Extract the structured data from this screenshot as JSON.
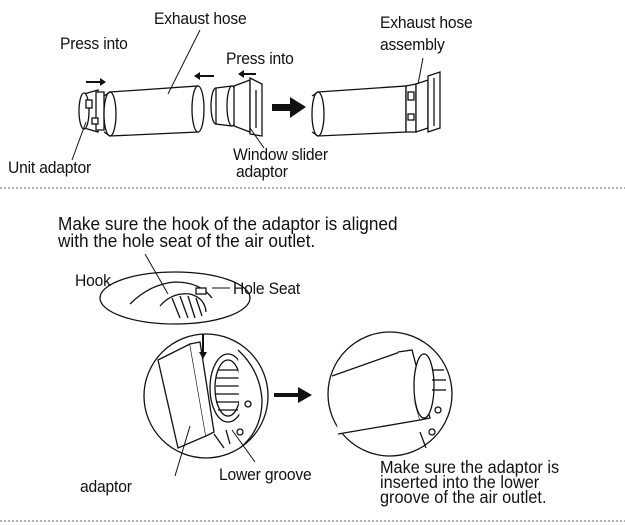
{
  "top_section": {
    "exhaust_hose": "Exhaust hose",
    "press_into_left": "Press into",
    "press_into_right": "Press into",
    "exhaust_hose_assembly_line1": "Exhaust hose",
    "exhaust_hose_assembly_line2": "assembly",
    "unit_adaptor": "Unit adaptor",
    "window_slider_adaptor_line1": "Window slider",
    "window_slider_adaptor_line2": "adaptor"
  },
  "bottom_section": {
    "instruction_top": "Make sure the hook of the adaptor is aligned\nwith the hole seat of the air outlet.",
    "hook": "Hook",
    "hole_seat": "Hole Seat",
    "adaptor": "adaptor",
    "lower_groove": "Lower groove",
    "instruction_bottom": "Make sure the adaptor is\ninserted into the lower\ngroove of the air outlet."
  },
  "icons": [
    "arrow-right-small-icon",
    "arrow-left-small-icon",
    "arrow-right-bold-icon"
  ],
  "colors": {
    "line": "#111111",
    "background": "#ffffff"
  }
}
